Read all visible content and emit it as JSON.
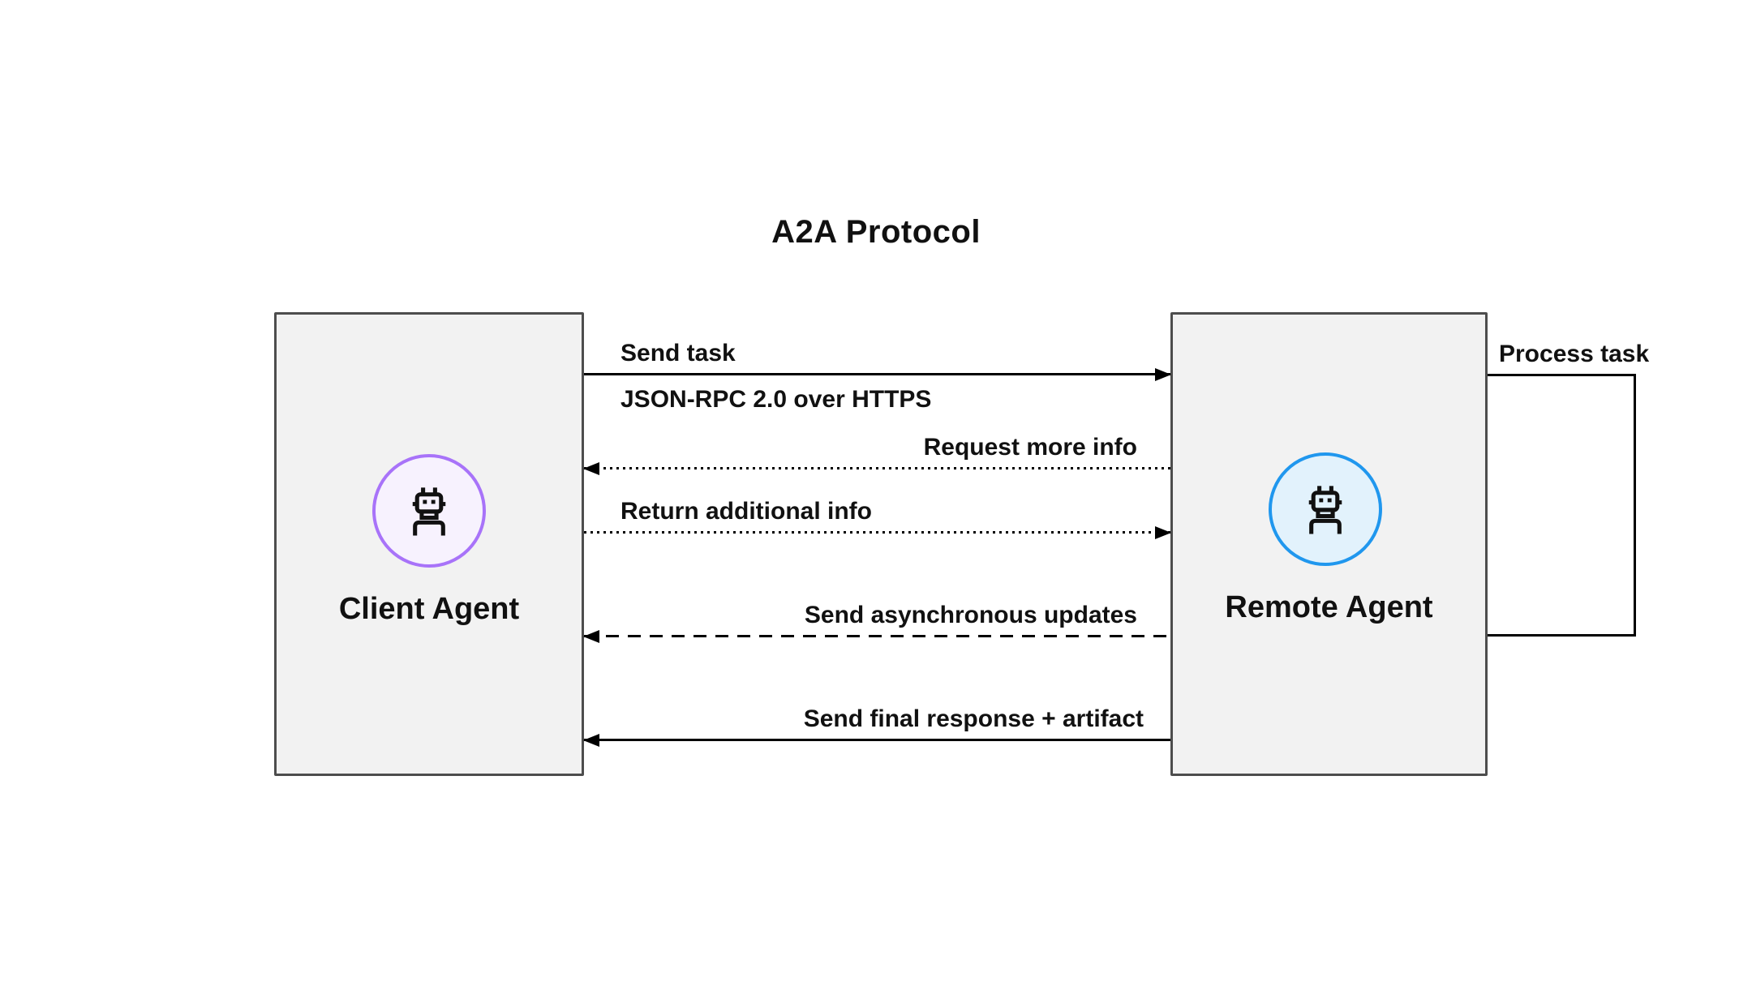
{
  "title": "A2A Protocol",
  "actors": {
    "client": {
      "label": "Client Agent",
      "icon": "bot-icon",
      "accent_color": "#a873f9",
      "circle_fill": "#f7f2fe"
    },
    "remote": {
      "label": "Remote Agent",
      "icon": "bot-icon",
      "accent_color": "#2097ee",
      "circle_fill": "#e2f2fc"
    }
  },
  "messages": [
    {
      "label": "Send task",
      "sublabel": "JSON-RPC 2.0 over HTTPS",
      "from": "client",
      "to": "remote",
      "line_style": "solid",
      "direction": "right"
    },
    {
      "label": "Request more info",
      "from": "remote",
      "to": "client",
      "line_style": "dotted",
      "direction": "left"
    },
    {
      "label": "Return additional info",
      "from": "client",
      "to": "remote",
      "line_style": "dotted",
      "direction": "right"
    },
    {
      "label": "Send asynchronous updates",
      "from": "remote",
      "to": "client",
      "line_style": "dashed",
      "direction": "left"
    },
    {
      "label": "Send final response + artifact",
      "from": "remote",
      "to": "client",
      "line_style": "solid",
      "direction": "left"
    }
  ],
  "self_loop": {
    "label": "Process task",
    "actor": "remote"
  },
  "colors": {
    "box_fill": "#f2f2f2",
    "box_border": "#4d4d4d",
    "arrow": "#000000",
    "text": "#111111",
    "background": "#ffffff"
  }
}
